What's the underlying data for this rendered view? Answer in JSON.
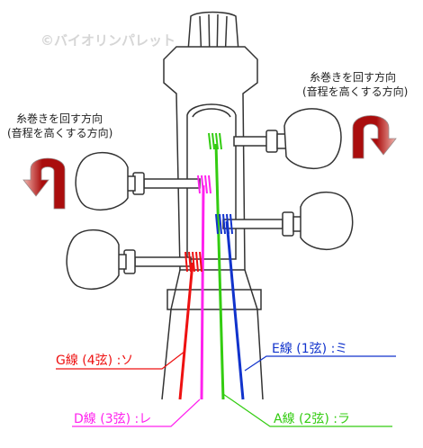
{
  "watermark": "©バイオリンパレット",
  "annotations": {
    "left": {
      "line1": "糸巻きを回す方向",
      "line2": "(音程を高くする方向)"
    },
    "right": {
      "line1": "糸巻きを回す方向",
      "line2": "(音程を高くする方向)"
    }
  },
  "strings": [
    {
      "key": "g",
      "label": "G線 (4弦) :ソ",
      "color": "#ee1111"
    },
    {
      "key": "d",
      "label": "D線 (3弦) :レ",
      "color": "#ff22ee"
    },
    {
      "key": "a",
      "label": "A線 (2弦) :ラ",
      "color": "#33cc11"
    },
    {
      "key": "e",
      "label": "E線 (1弦) :ミ",
      "color": "#1133cc"
    }
  ],
  "colors": {
    "outline": "#333333",
    "peg_fill": "#ffffff",
    "arrow": "#aa0d0d",
    "arrow_light": "#f2b8b0"
  },
  "icons": [
    "scroll-illustration",
    "peg-icon",
    "curved-arrow-icon"
  ]
}
